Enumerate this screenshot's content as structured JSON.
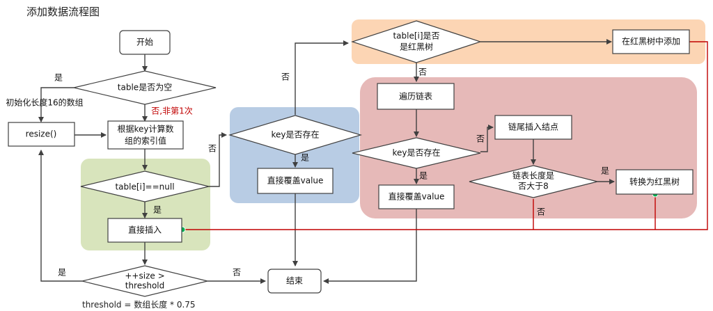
{
  "title": "添加数据流程图",
  "note": "threshold = 数组长度 * 0.75",
  "colors": {
    "green_region": "#d8e4bc",
    "blue_region": "#b8cce4",
    "orange_region": "#fcd5b4",
    "red_region": "#e6b9b8",
    "node_stroke": "#404040",
    "edge": "#404040",
    "red_edge": "#c00000",
    "dot": "#00b050"
  },
  "nodes": {
    "start": "开始",
    "table_empty": "table是否为空",
    "resize": "resize()",
    "compute_index": [
      "根据key计算数",
      "组的索引值"
    ],
    "table_i_null": "table[i]==null",
    "insert_direct": "直接插入",
    "size_threshold": [
      "++size >",
      "threshold"
    ],
    "end": "结束",
    "key_exists_1": "key是否存在",
    "overwrite_1": "直接覆盖value",
    "is_tree": [
      "table[i]是否",
      "是红黑树"
    ],
    "add_to_tree": "在红黑树中添加",
    "traverse_list": "遍历链表",
    "key_exists_2": "key是否存在",
    "overwrite_2": "直接覆盖value",
    "tail_insert": "链尾插入结点",
    "list_len_gt8": [
      "链表长度是",
      "否大于8"
    ],
    "to_tree": "转换为红黑树"
  },
  "labels": {
    "yes_table_empty": "是",
    "init_array": "初始化长度16的数组",
    "no_not_first": "否,非第1次",
    "yes_insert": "是",
    "no_to_key_check": "否",
    "no_to_tree_check": "否",
    "yes_overwrite_1": "是",
    "no_traverse": "否",
    "no_tail_insert": "否",
    "yes_overwrite_2": "是",
    "yes_to_tree": "是",
    "no_len": "否",
    "yes_resize": "是",
    "no_end": "否"
  }
}
